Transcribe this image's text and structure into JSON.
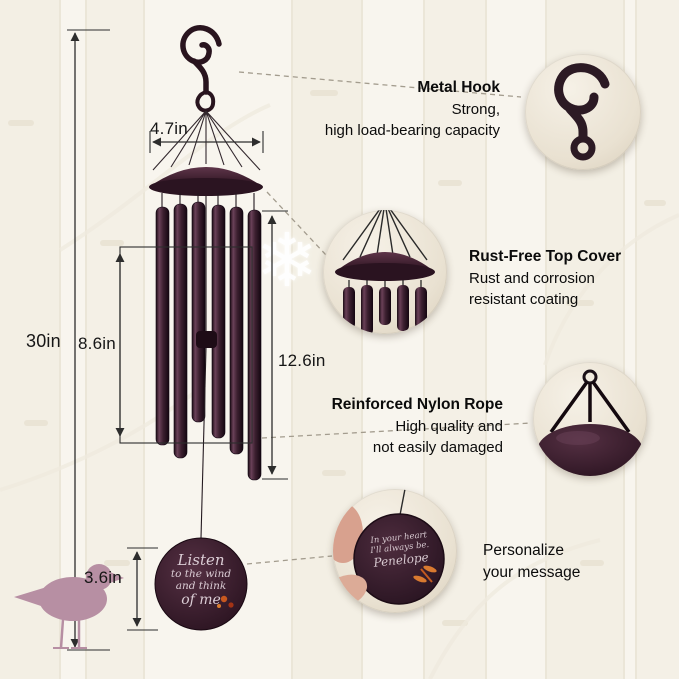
{
  "measurements": {
    "total_height": "30in",
    "top_width": "4.7in",
    "tube_length": "8.6in",
    "longest_tube": "12.6in",
    "wind_catcher": "3.6in"
  },
  "features": {
    "hook": {
      "title": "Metal Hook",
      "line1": "Strong,",
      "line2": "high load-bearing capacity"
    },
    "cover": {
      "title": "Rust-Free Top Cover",
      "line1": "Rust and corrosion",
      "line2": "resistant coating"
    },
    "rope": {
      "title": "Reinforced Nylon Rope",
      "line1": "High quality and",
      "line2": "not easily damaged"
    },
    "personalize": {
      "title": "Personalize",
      "line1": "your message"
    }
  },
  "wind_catcher_text": {
    "line1": "Listen",
    "line2": "to the wind",
    "line3": "and think",
    "line4": "of me"
  },
  "pendant_text": {
    "line1": "In your heart",
    "line2": "I'll always be.",
    "line3": "Penelope"
  },
  "icons": {
    "snowflake": "❄"
  },
  "colors": {
    "bronze_dark": "#2b1421",
    "bronze_mid": "#3d2130",
    "bronze_light": "#6a4158",
    "background": "#f8f5ee",
    "bird": "#b78fa3",
    "flower_orange": "#c8581f"
  }
}
